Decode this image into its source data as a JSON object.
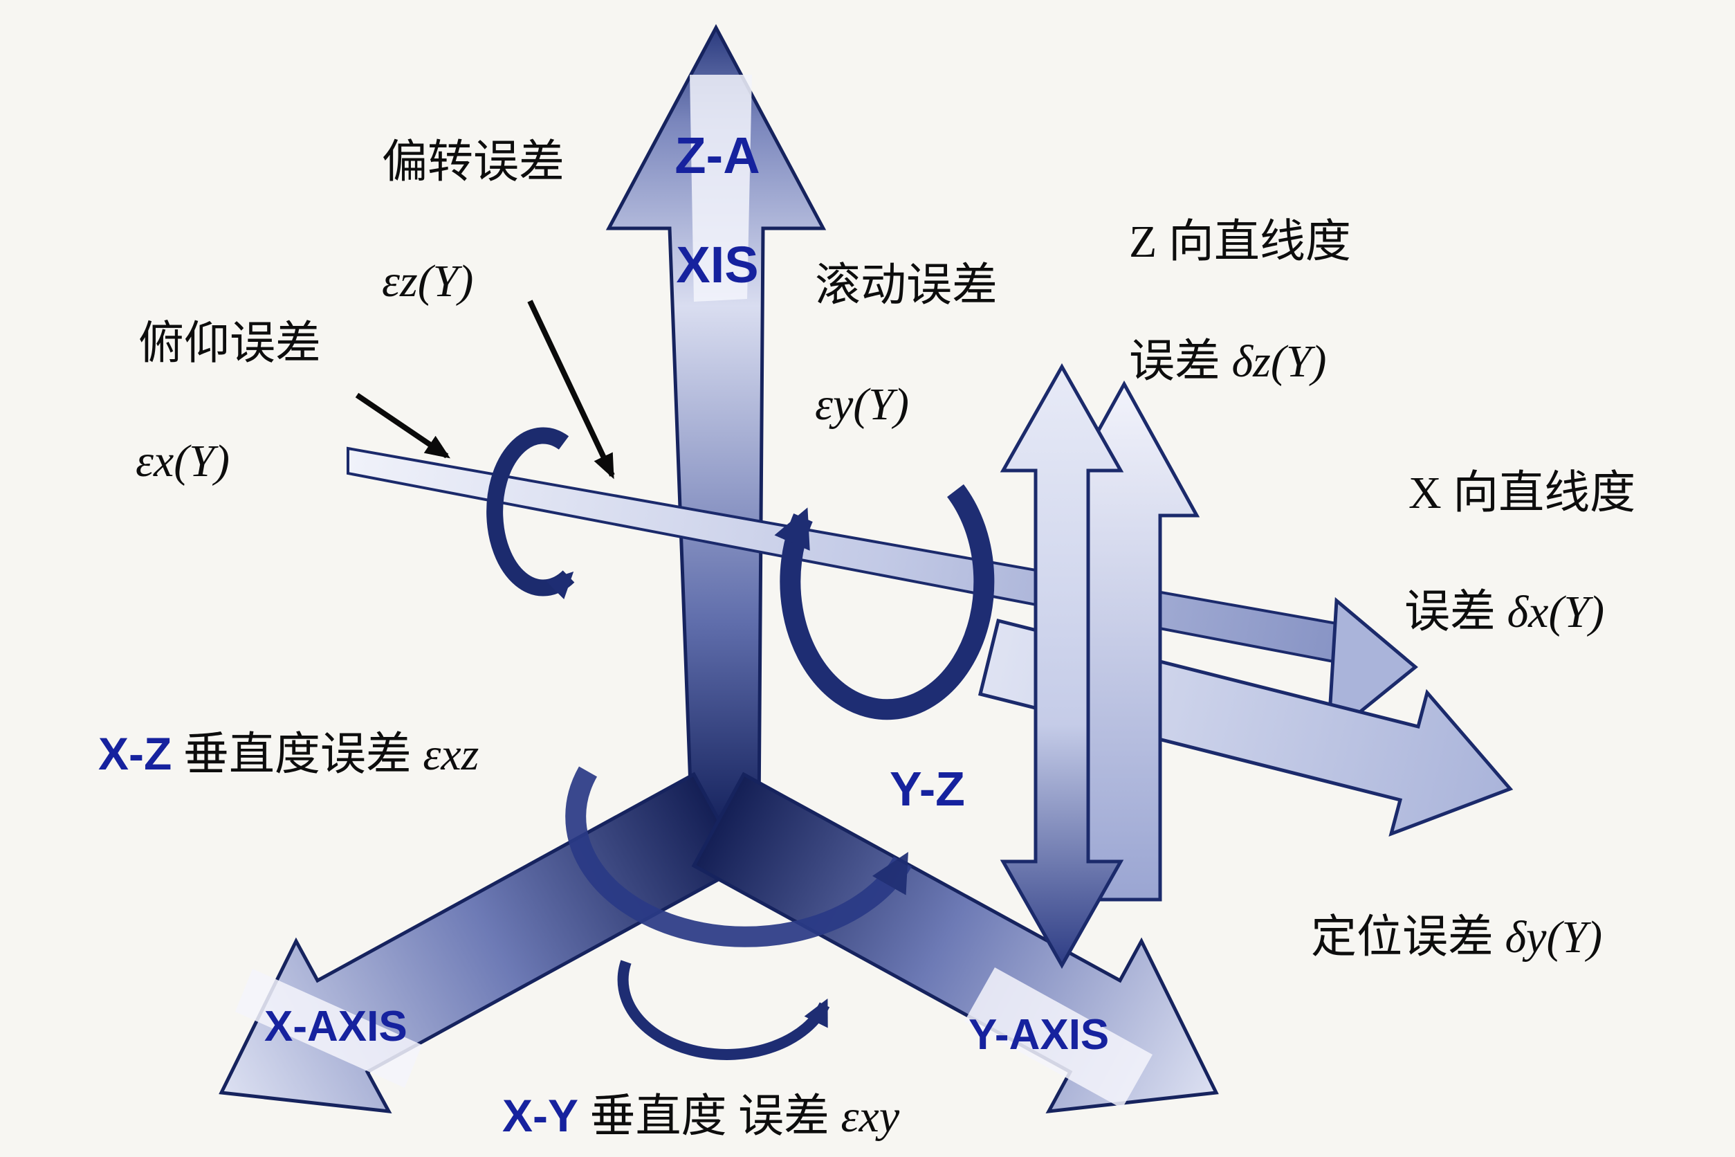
{
  "background": "#f7f6f2",
  "colors": {
    "navy": "#1b2a6b",
    "label_blue": "#16229e",
    "text": "#0d0d0d",
    "arrow_light": "#dde1f2"
  },
  "axis_labels": {
    "z_line1": "Z-A",
    "z_line2": "XIS",
    "x": "X-AXIS",
    "y": "Y-AXIS",
    "yz": "Y-Z"
  },
  "error_labels": {
    "yaw_name": "偏转误差",
    "yaw_symbol": "εz(Y)",
    "pitch_name": "俯仰误差",
    "pitch_symbol": "εx(Y)",
    "roll_name": "滚动误差",
    "roll_symbol": "εy(Y)",
    "z_straightness_line1": "Z 向直线度",
    "z_straightness_prefix": "误差 ",
    "z_straightness_symbol": "δz(Y)",
    "x_straightness_line1": "X 向直线度",
    "x_straightness_prefix": "误差 ",
    "x_straightness_symbol": "δx(Y)",
    "positioning_prefix": "定位误差 ",
    "positioning_symbol": "δy(Y)",
    "xz_prefix": "X-Z",
    "xz_name": " 垂直度误差 ",
    "xz_symbol": "εxz",
    "xy_prefix": "X-Y",
    "xy_name": " 垂直度 误差 ",
    "xy_symbol": "εxy"
  }
}
